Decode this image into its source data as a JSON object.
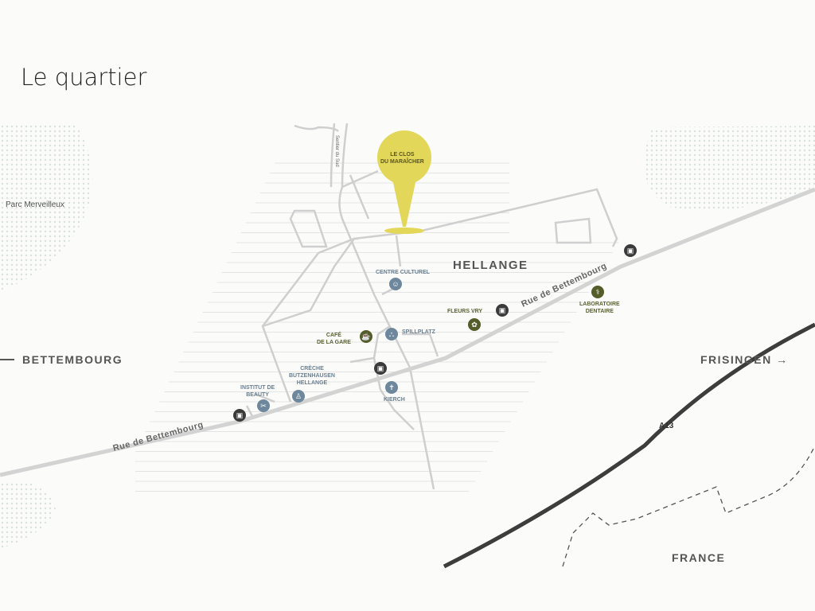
{
  "title": "Le quartier",
  "project": {
    "label_line1": "LE CLOS",
    "label_line2": "DU MARAÎCHER",
    "color": "#e3d75a"
  },
  "places": {
    "hellange": "HELLANGE",
    "bettembourg": "BETTEMBOURG",
    "frisingen": "FRISINGEN",
    "france": "FRANCE",
    "park": "Parc Merveilleux"
  },
  "roads": {
    "rue1": "Rue de Bettembourg",
    "rue2": "Rue de Bettembourg",
    "a13": "A13",
    "sentier": "Sentier du Sud"
  },
  "pois": {
    "centre": "CENTRE CULTUREL",
    "spillplatz": "SPILLPLATZ",
    "cafe1": "CAFÉ",
    "cafe2": "DE LA GARE",
    "fleurs": "FLEURS VRY",
    "creche1": "CRÈCHE",
    "creche2": "BUTZENHAUSEN",
    "creche3": "HELLANGE",
    "institut1": "INSTITUT DE",
    "institut2": "BEAUTY",
    "kierch": "KIERCH",
    "labo1": "LABORATOIRE",
    "labo2": "DENTAIRE"
  },
  "arrow": "→"
}
